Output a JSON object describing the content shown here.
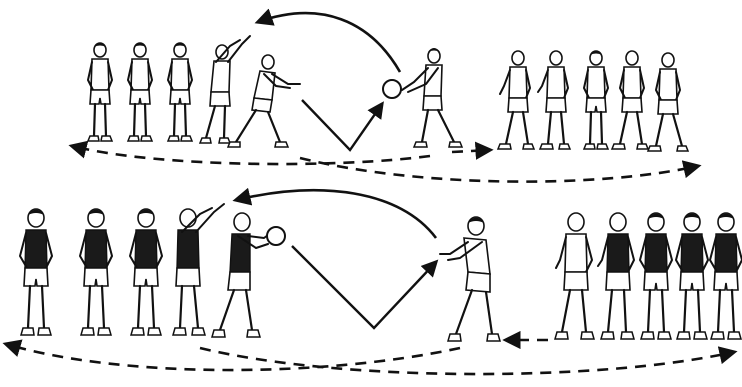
{
  "diagram": {
    "rows": [
      {
        "id": "top",
        "jersey": "white",
        "left_column_count": 5,
        "right_column_count": 5,
        "passer_icon": "ball-holder-right",
        "receiver_icon": "catcher-left"
      },
      {
        "id": "bottom",
        "jersey": "black",
        "left_column_count": 5,
        "right_column_count": 5,
        "passer_icon": "ball-holder-right",
        "receiver_icon": "catcher-left"
      }
    ],
    "arrows": {
      "pass": "solid-curved",
      "bounce_pass": "solid-v",
      "movement": "dashed-curved"
    },
    "colors": {
      "ink": "#111111",
      "paper": "#ffffff"
    }
  }
}
